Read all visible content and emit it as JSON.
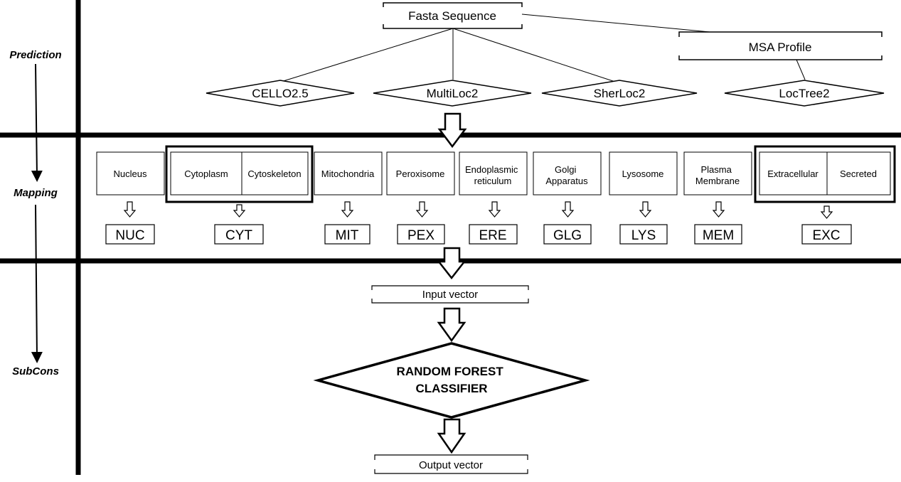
{
  "stages": {
    "prediction": "Prediction",
    "mapping": "Mapping",
    "subcons": "SubCons"
  },
  "prediction": {
    "input": "Fasta Sequence",
    "msa": "MSA Profile",
    "tools": [
      "CELLO2.5",
      "MultiLoc2",
      "SherLoc2",
      "LocTree2"
    ]
  },
  "mapping": {
    "groups": [
      {
        "locations": [
          "Nucleus"
        ],
        "code": "NUC"
      },
      {
        "locations": [
          "Cytoplasm",
          "Cytoskeleton"
        ],
        "code": "CYT"
      },
      {
        "locations": [
          "Mitochondria"
        ],
        "code": "MIT"
      },
      {
        "locations": [
          "Peroxisome"
        ],
        "code": "PEX"
      },
      {
        "locations": [
          "Endoplasmic\nreticulum"
        ],
        "code": "ERE"
      },
      {
        "locations": [
          "Golgi\nApparatus"
        ],
        "code": "GLG"
      },
      {
        "locations": [
          "Lysosome"
        ],
        "code": "LYS"
      },
      {
        "locations": [
          "Plasma\nMembrane"
        ],
        "code": "MEM"
      },
      {
        "locations": [
          "Extracellular",
          "Secreted"
        ],
        "code": "EXC"
      }
    ]
  },
  "subcons": {
    "input_vector": "Input vector",
    "classifier": "RANDOM FOREST\nCLASSIFIER",
    "output_vector": "Output vector"
  }
}
